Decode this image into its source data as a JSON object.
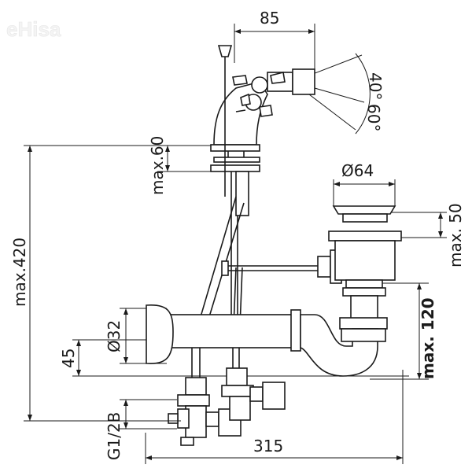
{
  "watermark": "eHisa",
  "dimensions": {
    "width_85": "85",
    "angle": "40°",
    "angle_alt": "60°",
    "max_60": "max.60",
    "max_420": "max.420",
    "d64": "Ø64",
    "max_50": "max. 50",
    "max_120": "max. 120",
    "d32": "Ø32",
    "h45": "45",
    "thread": "G1/2B",
    "width_315": "315"
  }
}
